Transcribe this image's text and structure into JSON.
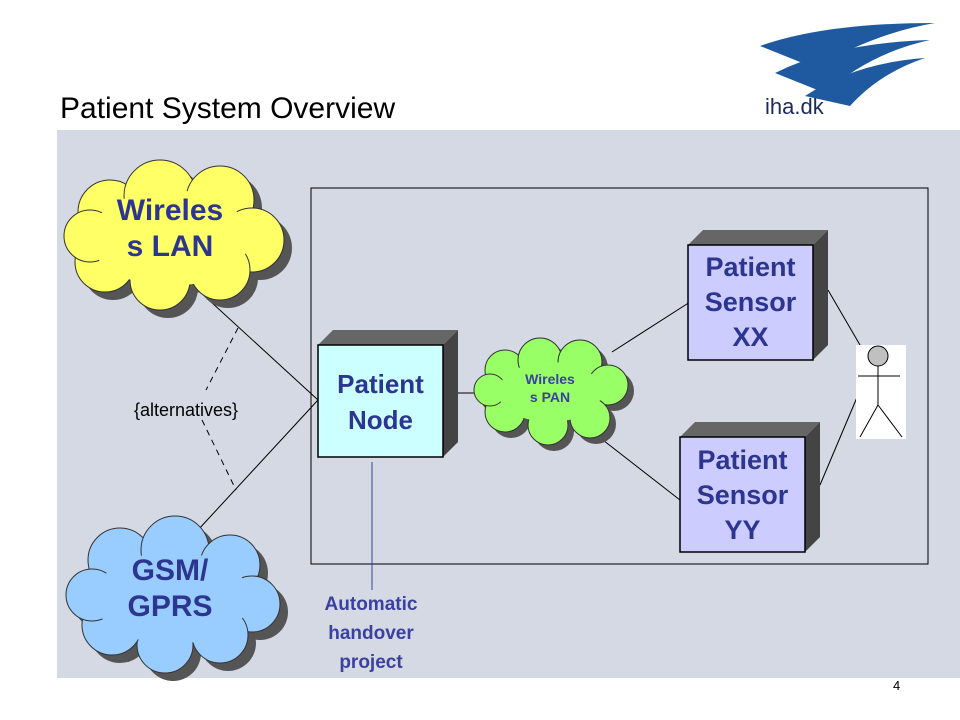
{
  "title": "Patient System Overview",
  "logo": {
    "text": "iha.dk",
    "icon": "iha-logo-icon",
    "color": "#1f5aa0"
  },
  "nodes": {
    "wlan_cloud": "Wireles\ns LAN",
    "gsm_cloud": "GSM/\nGPRS",
    "patient_node": "Patient\nNode",
    "pan_cloud": "Wireles\ns PAN",
    "sensor_xx": "Patient\nSensor\nXX",
    "sensor_yy": "Patient\nSensor\nYY"
  },
  "labels": {
    "alternatives": "{alternatives}",
    "handover": "Automatic\nhandover\nproject"
  },
  "actor": {
    "icon": "stick-figure-icon"
  },
  "page_number": "4",
  "colors": {
    "panel": "#d5d9e4",
    "wlan_cloud": "#ffff66",
    "gsm_cloud": "#99ccff",
    "pan_cloud": "#99ff66",
    "node_fill": "#ccffff",
    "sensor_fill": "#ccccff",
    "label_text": "#2c3590"
  }
}
